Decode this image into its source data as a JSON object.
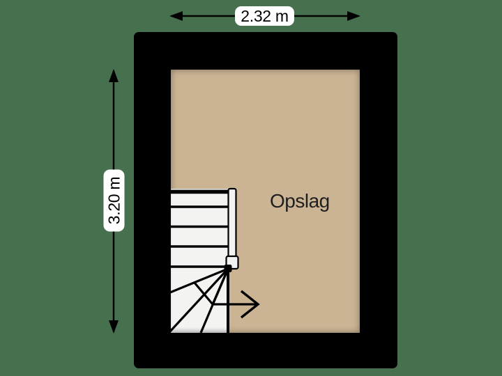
{
  "canvas": {
    "background_color": "#47704e"
  },
  "floor_plan": {
    "room": {
      "label": "Opslag",
      "floor_color": "#cbb494",
      "wall_color": "#000000"
    },
    "dimensions": {
      "width_label": "2.32 m",
      "height_label": "3.20 m"
    },
    "staircase": {
      "straight_treads": 4,
      "winder_treads": 4,
      "exit_direction": "right",
      "tread_color": "#f3f4f2",
      "line_color": "#000000"
    }
  }
}
